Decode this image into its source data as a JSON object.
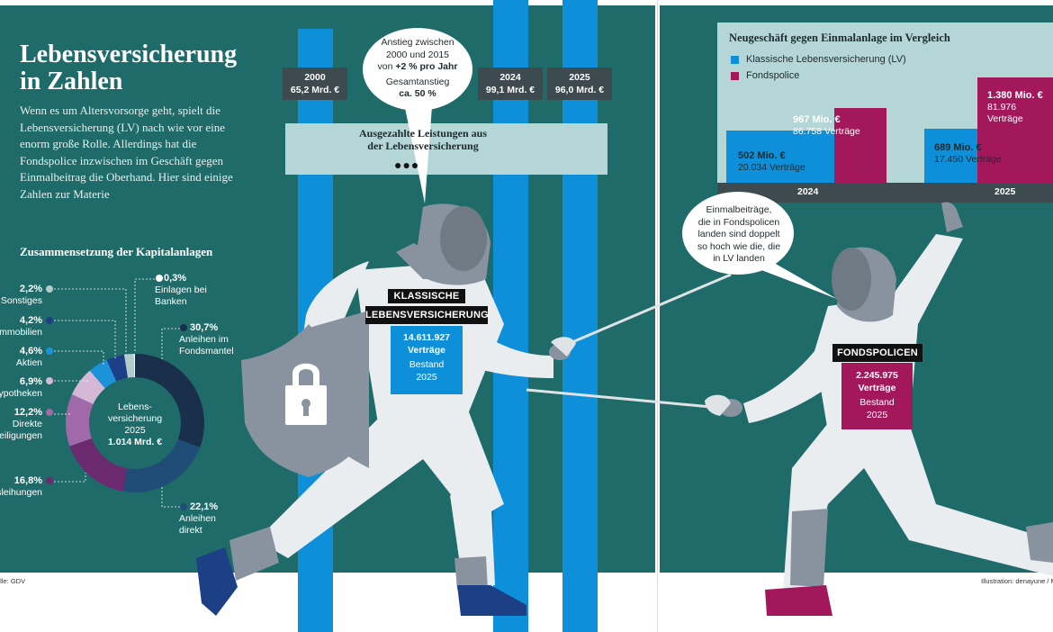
{
  "title": "Lebensversicherung\nin Zahlen",
  "intro": "Wenn es um Altersvorsorge geht, spielt die Lebensversicherung (LV) nach wie vor eine enorm große Rolle. Allerdings hat die Fondspolice inzwischen im Geschäft gegen Einmalbeitrag die Oberhand. Hier sind einige Zahlen zur Materie",
  "colors": {
    "background": "#1e6b6a",
    "blue": "#0d8fd9",
    "magenta": "#a3185b",
    "panel": "#b5d6d7",
    "dark": "#3d4a4f"
  },
  "composition": {
    "title": "Zusammensetzung der Kapitalanlagen",
    "center": {
      "line1": "Lebens-",
      "line2": "versicherung",
      "line3": "2025",
      "line4": "1.014 Mrd. €"
    },
    "segments": [
      {
        "pct": "30,7%",
        "label1": "Anleihen im",
        "label2": "Fondsmantel",
        "value": 30.7,
        "color": "#1a2f4c"
      },
      {
        "pct": "22,1%",
        "label1": "Anleihen",
        "label2": "direkt",
        "value": 22.1,
        "color": "#1f4d78"
      },
      {
        "pct": "16,8%",
        "label1": "Ausleihungen",
        "label2": "",
        "value": 16.8,
        "color": "#6b2a6e"
      },
      {
        "pct": "12,2%",
        "label1": "Direkte",
        "label2": "Beteiligungen",
        "value": 12.2,
        "color": "#a06aa8"
      },
      {
        "pct": "6,9%",
        "label1": "Hypotheken",
        "label2": "",
        "value": 6.9,
        "color": "#d5b8d8"
      },
      {
        "pct": "4,6%",
        "label1": "Aktien",
        "label2": "",
        "value": 4.6,
        "color": "#1c93d8"
      },
      {
        "pct": "4,2%",
        "label1": "Immobilien",
        "label2": "",
        "value": 4.2,
        "color": "#1d3f86"
      },
      {
        "pct": "2,2%",
        "label1": "Sonstiges",
        "label2": "",
        "value": 2.2,
        "color": "#b3cbcc"
      },
      {
        "pct": "0,3%",
        "label1": "Einlagen bei",
        "label2": "Banken",
        "value": 0.3,
        "color": "#ffffff"
      }
    ]
  },
  "payouts": {
    "title1": "Ausgezahlte Leistungen aus",
    "title2": "der Lebensversicherung",
    "bubble": {
      "line1": "Anstieg zwischen",
      "line2": "2000 und 2015",
      "line3a": "von ",
      "line3b": "+2 % pro Jahr",
      "line4": "Gesamtanstieg",
      "line5": "ca. 50 %"
    },
    "years": [
      {
        "year": "2000",
        "value": "65,2 Mrd. €"
      },
      {
        "year": "2024",
        "value": "99,1 Mrd. €"
      },
      {
        "year": "2025",
        "value": "96,0 Mrd. €"
      }
    ]
  },
  "classic": {
    "label1": "KLASSISCHE",
    "label2": "LEBENSVERSICHERUNG",
    "count": "14.611.927",
    "unit": "Verträge",
    "sub1": "Bestand",
    "sub2": "2025"
  },
  "fonds": {
    "label": "FONDSPOLICEN",
    "count": "2.245.975",
    "unit": "Verträge",
    "sub1": "Bestand",
    "sub2": "2025"
  },
  "fonds_bubble": {
    "line1": "Einmalbeiträge,",
    "line2": "die in Fondspolicen",
    "line3": "landen sind doppelt",
    "line4": "so hoch wie die, die",
    "line5": "in LV landen"
  },
  "comparison": {
    "title": "Neugeschäft gegen Einmalanlage im Vergleich",
    "legend": [
      "Klassische Lebensversicherung (LV)",
      "Fondspolice"
    ],
    "groups": [
      {
        "year": "2024",
        "lv_value": "502 Mio. €",
        "lv_contracts": "20.034 Verträge",
        "fp_value": "967 Mio. €",
        "fp_contracts": "86.758 Verträge"
      },
      {
        "year": "2025",
        "lv_value": "689 Mio. €",
        "lv_contracts": "17.450 Verträge",
        "fp_value": "1.380 Mio. €",
        "fp_contracts": "81.976 Verträge"
      }
    ]
  },
  "chart_data": {
    "type": "bar",
    "title": "Neugeschäft gegen Einmalanlage im Vergleich",
    "categories": [
      "2024",
      "2025"
    ],
    "series": [
      {
        "name": "Klassische Lebensversicherung (LV)",
        "values": [
          502,
          689
        ]
      },
      {
        "name": "Fondspolice",
        "values": [
          967,
          1380
        ]
      }
    ],
    "legend": "top-left"
  },
  "source": "Quelle: GDV",
  "credit": "Illustration: denayune / Majd"
}
